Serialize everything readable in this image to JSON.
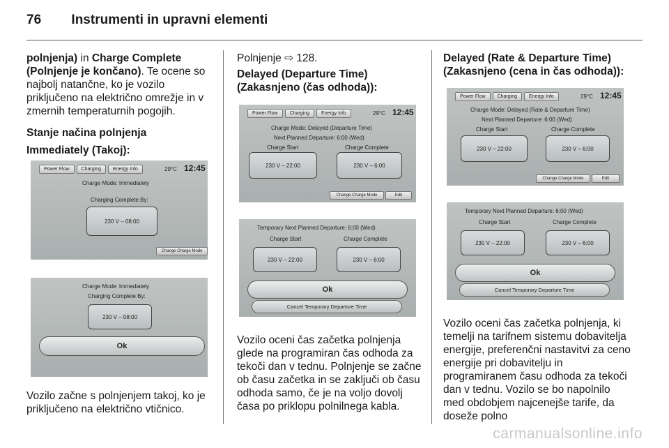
{
  "header": {
    "page_number": "76",
    "title": "Instrumenti in upravni elementi"
  },
  "col1": {
    "intro_bold1": "polnjenja)",
    "intro_in": " in ",
    "intro_bold2": "Charge Complete (Polnjenje je končano)",
    "intro_rest": ". Te ocene so najbolj natančne, ko je vozilo priključeno na električno omrežje in v zmernih temperaturnih pogojih.",
    "heading1": "Stanje načina polnjenja",
    "heading2": "Immediately (Takoj):",
    "body": "Vozilo začne s polnjenjem takoj, ko je priključeno na električno vtičnico."
  },
  "col2": {
    "ref": "Polnjenje ⇨ 128.",
    "heading": "Delayed (Departure Time) (Zakasnjeno (čas odhoda)):",
    "body": "Vozilo oceni čas začetka polnjenja glede na programiran čas odhoda za tekoči dan v tednu. Polnjenje se začne ob času začetka in se zaključi ob času odhoda samo, če je na voljo dovolj časa po priklopu polnilnega kabla."
  },
  "col3": {
    "heading": "Delayed (Rate & Departure Time) (Zakasnjeno (cena in čas odhoda)):",
    "body": "Vozilo oceni čas začetka polnjenja, ki temelji na tarifnem sistemu dobavitelja energije, preferenčni nastavitvi za ceno energije pri dobavitelju in programiranem času odhoda za tekoči dan v tednu. Vozilo se bo napolnilo med obdobjem najcenejše tarife, da doseže polno"
  },
  "screens": {
    "tabs": [
      "Power Flow",
      "Charging",
      "Energy Info"
    ],
    "temp": "29°C",
    "clock": "12:45",
    "s1": {
      "mode": "Charge Mode:  Immediately",
      "complete_by": "Charging Complete By:",
      "value": "230 V  –  08:00",
      "change_btn": "Change Charge Mode"
    },
    "s2": {
      "mode": "Charge Mode:  Immediately",
      "complete_by": "Charging Complete By:",
      "value": "230 V  –  08:00",
      "ok": "Ok"
    },
    "s3": {
      "mode": "Charge Mode:  Delayed (Departure Time)",
      "next": "Next Planned Departure:  6:00 (Wed)",
      "start_label": "Charge Start",
      "complete_label": "Charge Complete",
      "start_value": "230 V  –  22:00",
      "complete_value": "230 V  –  6:00",
      "change_btn": "Change Charge Mode",
      "edit_btn": "Edit"
    },
    "s4": {
      "temp_next": "Temporary Next Planned Departure: 6:00 (Wed)",
      "start_label": "Charge Start",
      "complete_label": "Charge Complete",
      "start_value": "230 V  –  22:00",
      "complete_value": "230 V  –  6:00",
      "ok": "Ok",
      "cancel": "Cancel Temporary Departure Time"
    },
    "s5": {
      "mode": "Charge Mode: Delayed (Rate & Departure Time)",
      "next": "Next Planned Departure:  6:00 (Wed)",
      "start_label": "Charge Start",
      "complete_label": "Charge Complete",
      "start_value": "230 V  –  22:00",
      "complete_value": "230 V  –  6:00",
      "change_btn": "Change Charge Mode",
      "edit_btn": "Edit"
    },
    "s6": {
      "temp_next": "Temporary Next Planned Departure: 6:00 (Wed)",
      "start_label": "Charge Start",
      "complete_label": "Charge Complete",
      "start_value": "230 V  –  22:00",
      "complete_value": "230 V  –  6:00",
      "ok": "Ok",
      "cancel": "Cancel Temporary Departure Time"
    }
  },
  "watermark": "carmanualsonline.info"
}
